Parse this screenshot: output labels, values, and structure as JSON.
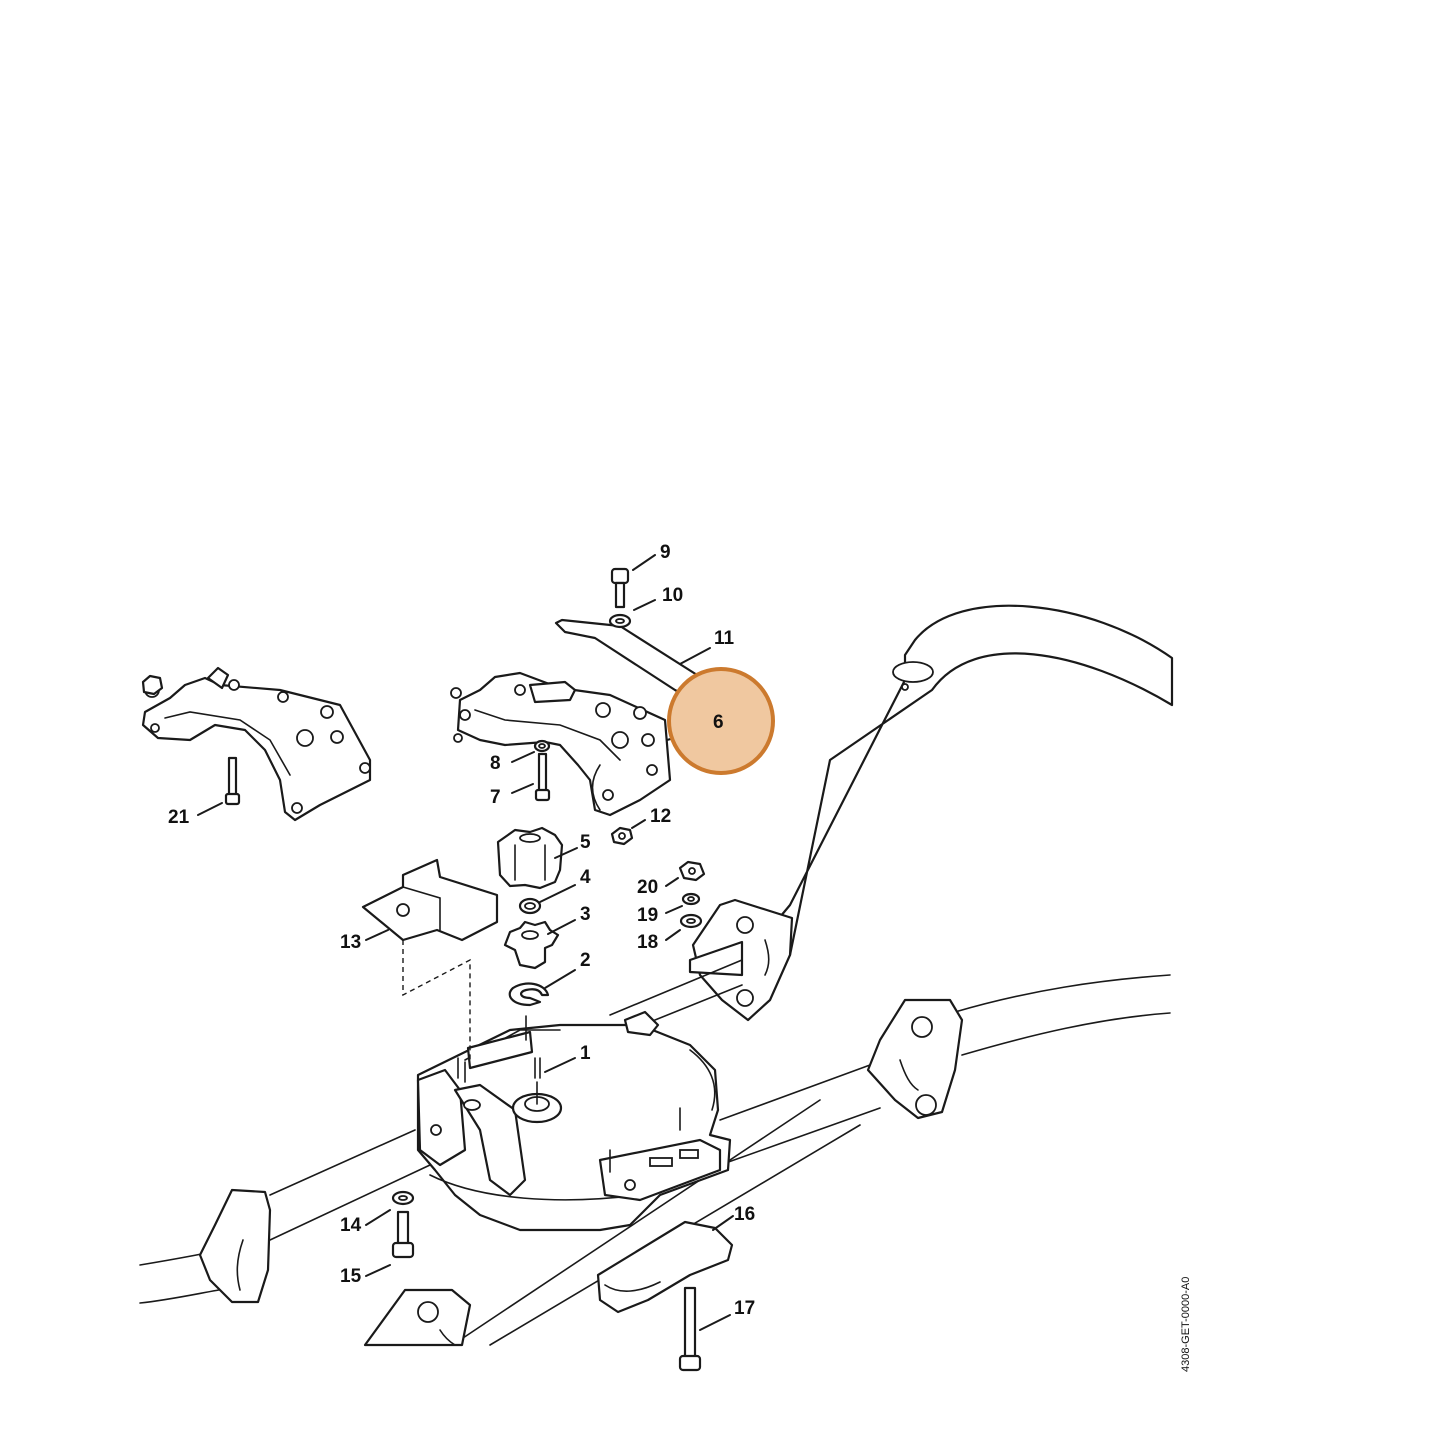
{
  "callouts": [
    {
      "id": "1",
      "label": "1"
    },
    {
      "id": "2",
      "label": "2"
    },
    {
      "id": "3",
      "label": "3"
    },
    {
      "id": "4",
      "label": "4"
    },
    {
      "id": "5",
      "label": "5"
    },
    {
      "id": "6",
      "label": "6"
    },
    {
      "id": "7",
      "label": "7"
    },
    {
      "id": "8",
      "label": "8"
    },
    {
      "id": "9",
      "label": "9"
    },
    {
      "id": "10",
      "label": "10"
    },
    {
      "id": "11",
      "label": "11"
    },
    {
      "id": "12",
      "label": "12"
    },
    {
      "id": "13",
      "label": "13"
    },
    {
      "id": "14",
      "label": "14"
    },
    {
      "id": "15",
      "label": "15"
    },
    {
      "id": "16",
      "label": "16"
    },
    {
      "id": "17",
      "label": "17"
    },
    {
      "id": "18",
      "label": "18"
    },
    {
      "id": "19",
      "label": "19"
    },
    {
      "id": "20",
      "label": "20"
    },
    {
      "id": "21",
      "label": "21"
    }
  ],
  "highlighted_callout": "6",
  "drawing_code": "4308-GET-0000-A0",
  "colors": {
    "highlight_fill": "#f0c8a0",
    "highlight_stroke": "#cc7a2e",
    "line": "#1a1a1a"
  }
}
